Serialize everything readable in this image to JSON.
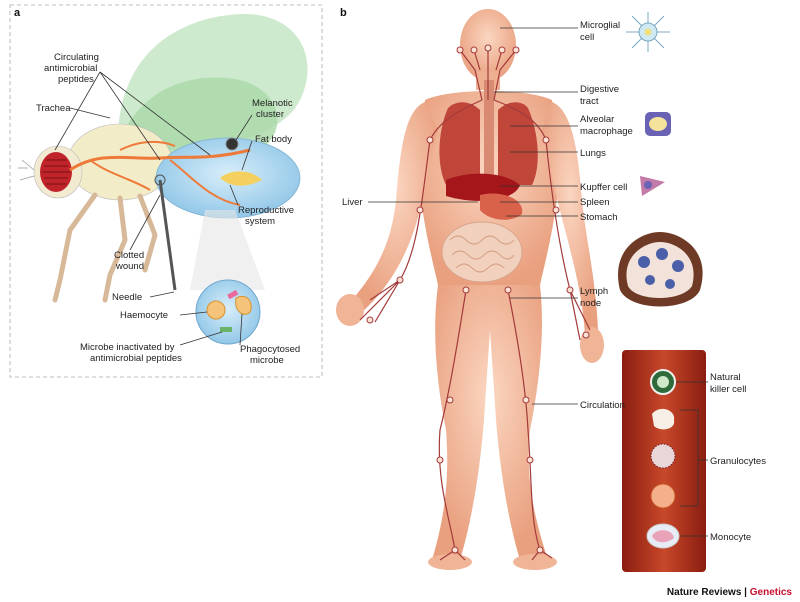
{
  "panels": {
    "a": "a",
    "b": "b"
  },
  "fly_labels": {
    "circulating": [
      "Circulating",
      "antimicrobial",
      "peptides"
    ],
    "trachea": "Trachea",
    "melanotic": [
      "Melanotic",
      "cluster"
    ],
    "fat_body": "Fat body",
    "reproductive": [
      "Reproductive",
      "system"
    ],
    "clotted": [
      "Clotted",
      "wound"
    ],
    "needle": "Needle",
    "haemocyte": "Haemocyte",
    "microbe_inactivated": [
      "Microbe inactivated by",
      "antimicrobial peptides"
    ],
    "phagocytosed": [
      "Phagocytosed",
      "microbe"
    ]
  },
  "human_labels": {
    "microglial": [
      "Microglial",
      "cell"
    ],
    "digestive": [
      "Digestive",
      "tract"
    ],
    "alveolar": [
      "Alveolar",
      "macrophage"
    ],
    "lungs": "Lungs",
    "kupffer": "Kupffer cell",
    "liver": "Liver",
    "spleen": "Spleen",
    "stomach": "Stomach",
    "lymph": [
      "Lymph",
      "node"
    ],
    "circulation": "Circulation",
    "nk": [
      "Natural",
      "killer cell"
    ],
    "granulocytes": "Granulocytes",
    "monocyte": "Monocyte"
  },
  "credit": {
    "journal": "Nature Reviews",
    "separator": " | ",
    "section": "Genetics"
  },
  "colors": {
    "vessel": "#a33a3a",
    "skin": "#f5bfa3",
    "fly_blue": "#a8d4ee",
    "wing": "#b9e0b9",
    "credit_accent": "#c8102e"
  }
}
